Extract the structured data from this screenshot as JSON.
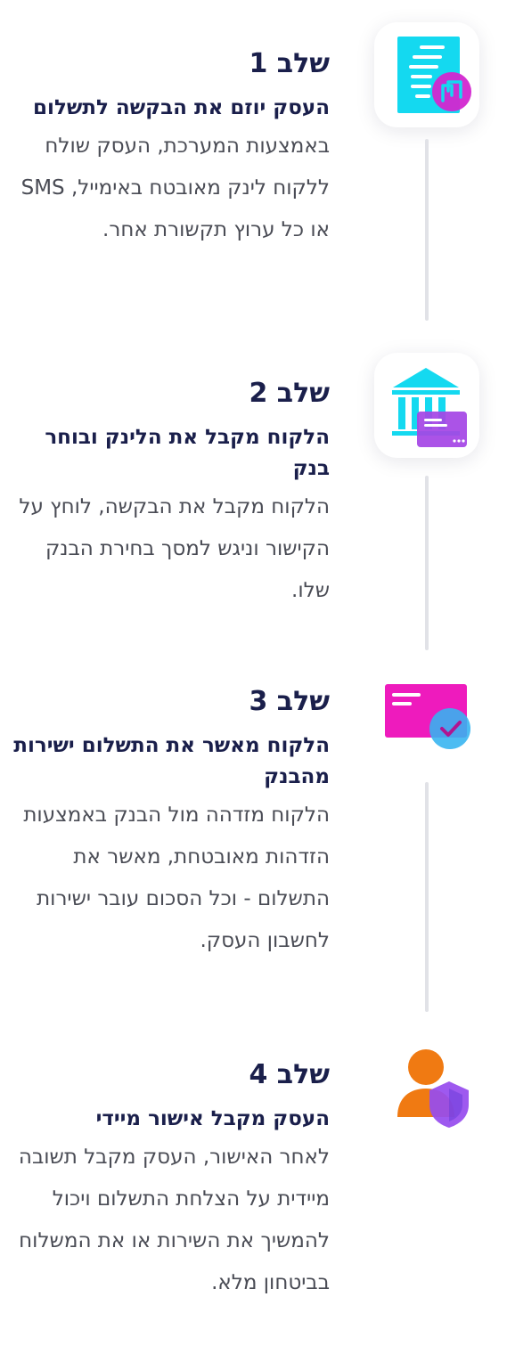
{
  "steps": [
    {
      "title": "שלב 1",
      "heading": "העסק יוזם את הבקשה לתשלום",
      "description": "באמצעות המערכת, העסק שולח ללקוח לינק מאובטח באימייל, SMS או כל ערוץ תקשורת אחר.",
      "icon": "invoice-shekel-icon"
    },
    {
      "title": "שלב 2",
      "heading": "הלקוח מקבל את הלינק ובוחר בנק",
      "description": "הלקוח מקבל את הבקשה, לוחץ על הקישור וניגש למסך בחירת הבנק שלו.",
      "icon": "bank-card-icon"
    },
    {
      "title": "שלב 3",
      "heading": "הלקוח מאשר את התשלום ישירות מהבנק",
      "description": "הלקוח מזדהה מול הבנק באמצעות הזדהות מאובטחת, מאשר את התשלום - וכל הסכום עובר ישירות לחשבון העסק.",
      "icon": "card-check-icon"
    },
    {
      "title": "שלב 4",
      "heading": "העסק מקבל אישור מיידי",
      "description": "לאחר האישור, העסק מקבל תשובה מיידית על הצלחת התשלום ויכול להמשיך את השירות או את המשלוח בביטחון מלא.",
      "icon": "user-shield-icon"
    }
  ],
  "colors": {
    "title": "#1a1f4b",
    "body_text": "#4a4c55",
    "connector": "#e1e2e7",
    "cyan": "#14d9f0",
    "magenta": "#ee1bbd",
    "purple": "#8a55f5",
    "orange": "#f07a12"
  }
}
